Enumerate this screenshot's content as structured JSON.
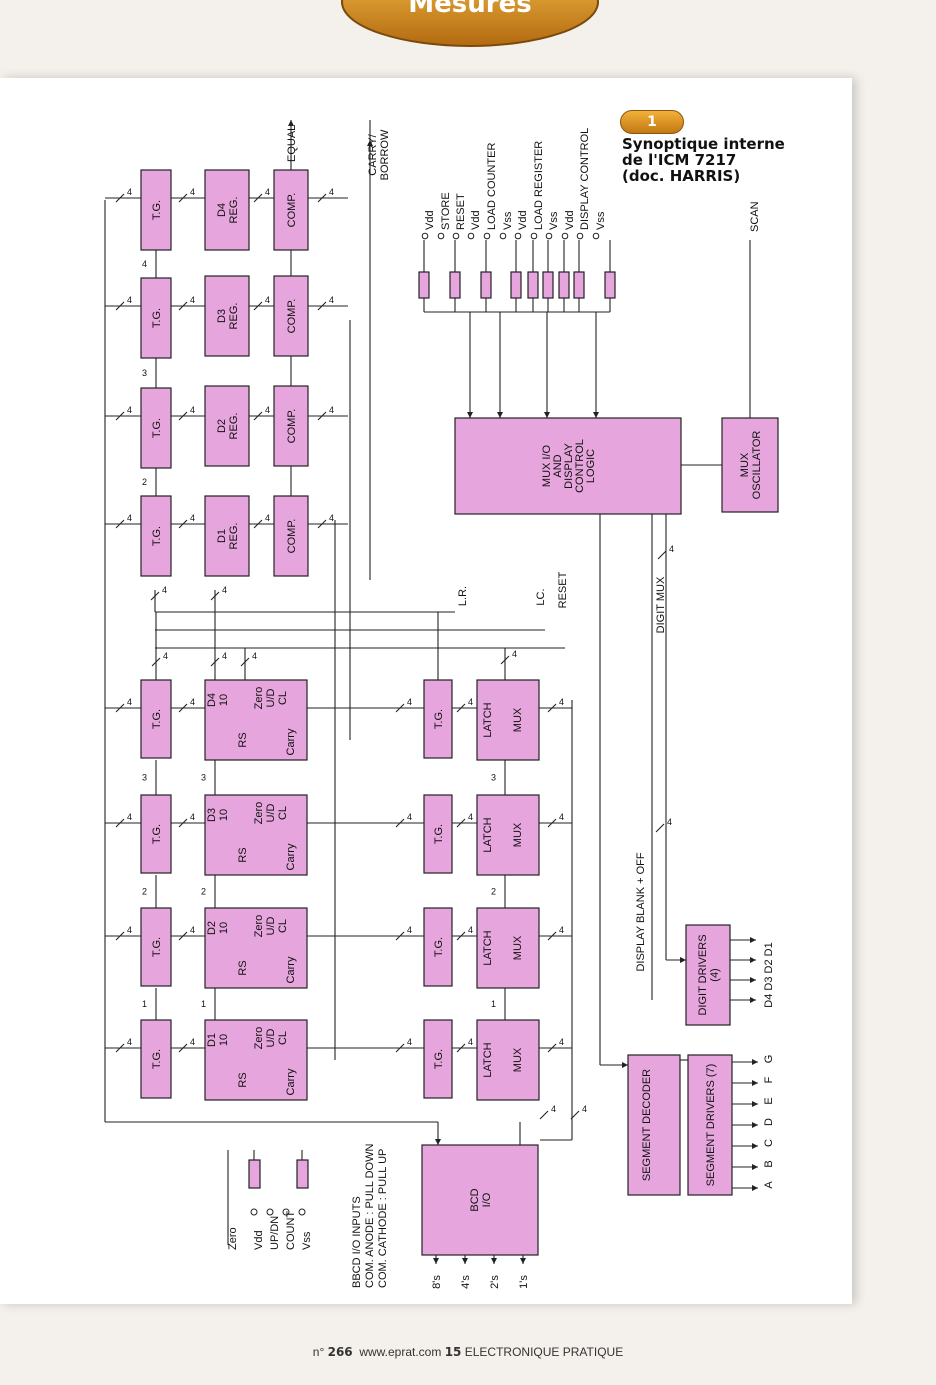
{
  "header": {
    "banner": "Mesures"
  },
  "figure": {
    "number": "1",
    "caption_lines": [
      "Synoptique interne",
      "de l'ICM 7217",
      "(doc. HARRIS)"
    ]
  },
  "blocks": {
    "tg": "T.G.",
    "reg": [
      "D1 REG.",
      "D2 REG.",
      "D3 REG.",
      "D4 REG."
    ],
    "comp": "COMP.",
    "counter_digits": [
      "D1",
      "D2",
      "D3",
      "D4"
    ],
    "counter_mod": "10",
    "counter_rs": "RS",
    "counter_zero": "Zero",
    "counter_ud": "U/D",
    "counter_cl": "CL",
    "counter_carry": "Carry",
    "latch": "LATCH",
    "mux": "MUX",
    "bcd": [
      "BCD",
      "I/O"
    ],
    "mux_io": [
      "MUX I/O",
      "AND",
      "DISPLAY",
      "CONTROL",
      "LOGIC"
    ],
    "mux_osc": [
      "MUX",
      "OSCILLATOR"
    ],
    "seg_decoder": "SEGMENT DECODER",
    "seg_drivers": "SEGMENT DRIVERS (7)",
    "digit_drivers": [
      "DIGIT DRIVERS",
      "(4)"
    ]
  },
  "labels": {
    "equal": "EQUAL",
    "carry_borrow": [
      "CARRY/",
      "BORROW"
    ],
    "scan": "SCAN",
    "right_pins": [
      "Vdd",
      "STORE",
      "RESET",
      "Vdd",
      "LOAD COUNTER",
      "Vss",
      "Vdd",
      "LOAD REGISTER",
      "Vss",
      "Vdd",
      "DISPLAY CONTROL",
      "Vss"
    ],
    "lr": "L.R.",
    "lc": "LC.",
    "reset": "RESET",
    "digit_mux": "DIGIT MUX",
    "display_blank": "DISPLAY BLANK + OFF",
    "digit_outputs": "D4  D3  D2  D1",
    "segment_outputs": [
      "A",
      "B",
      "C",
      "D",
      "E",
      "F",
      "G"
    ],
    "left_inputs": [
      "Zero",
      "Vdd",
      "UP/DN",
      "COUNT",
      "Vss"
    ],
    "bcd_notes": [
      "BBCD I/O INPUTS",
      "COM. ANODE : PULL DOWN",
      "COM. CATHODE : PULL UP"
    ],
    "bcd_lines": [
      "8's",
      "4's",
      "2's",
      "1's"
    ],
    "bus_counts": [
      "4",
      "3",
      "2",
      "1"
    ]
  },
  "footer": {
    "issue_prefix": "n°",
    "issue_number": "266",
    "site": "www.eprat.com",
    "page": "15",
    "magazine": "ELECTRONIQUE PRATIQUE"
  }
}
